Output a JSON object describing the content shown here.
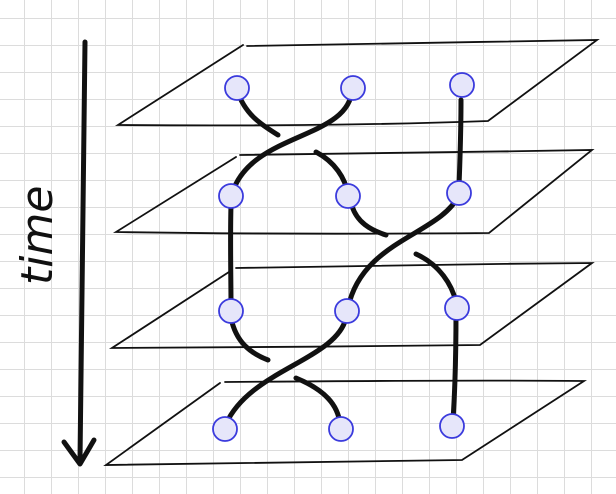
{
  "axis": {
    "label": "time"
  },
  "colors": {
    "ink": "#111111",
    "node_fill": "#e6e6fa",
    "node_stroke": "#3b3bdd",
    "grid": "#dcdcdc"
  },
  "diagram": {
    "layer_count": 4,
    "strands_per_layer": 3
  }
}
